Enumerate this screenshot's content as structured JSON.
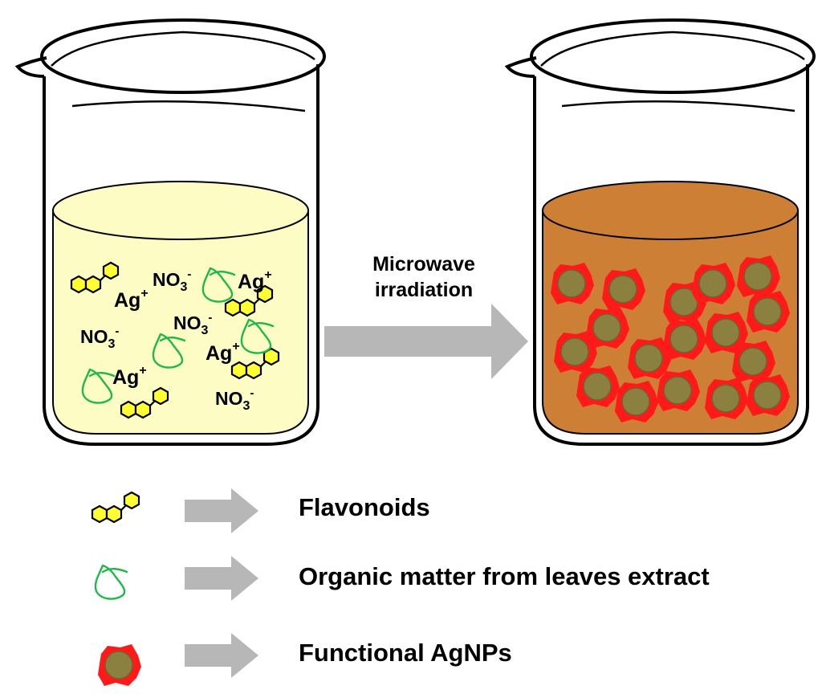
{
  "diagram": {
    "colors": {
      "solution_left": "#fcfcc4",
      "solution_right": "#cd7f36",
      "flavonoid_fill": "#ffff33",
      "organic_stroke": "#1fb84a",
      "agnp_shell": "#ff1a1a",
      "agnp_core": "#8b8040",
      "arrow": "#b7b7b7"
    },
    "left_beaker": {
      "labels": [
        "Ag",
        "Ag",
        "Ag",
        "Ag",
        "NO3",
        "NO3",
        "NO3",
        "NO3"
      ]
    },
    "process_arrow": {
      "line1": "Microwave",
      "line2": "irradiation"
    },
    "legend": [
      {
        "icon": "flavonoid-icon",
        "label": "Flavonoids"
      },
      {
        "icon": "organic-matter-icon",
        "label": "Organic matter from leaves extract"
      },
      {
        "icon": "agnp-icon",
        "label": "Functional AgNPs"
      }
    ]
  }
}
